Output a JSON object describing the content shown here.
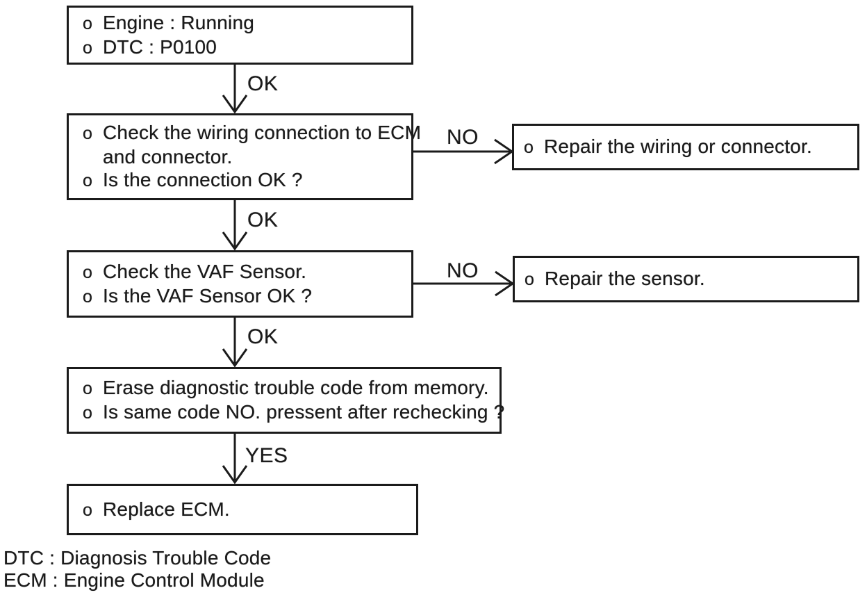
{
  "page": {
    "background": "#ffffff",
    "ink": "#1b1b1b"
  },
  "nodes": [
    {
      "name": "engine-dtc",
      "lines": [
        {
          "bullet": "o",
          "text": "Engine : Running"
        },
        {
          "bullet": "o",
          "text": "DTC : P0100"
        }
      ]
    },
    {
      "name": "check-wiring",
      "lines": [
        {
          "bullet": "o",
          "text": "Check the wiring connection to ECM"
        },
        {
          "bullet": "",
          "text": "and connector."
        },
        {
          "bullet": "o",
          "text": "Is the connection OK ?"
        }
      ]
    },
    {
      "name": "repair-wiring",
      "lines": [
        {
          "bullet": "o",
          "text": "Repair the wiring or connector."
        }
      ]
    },
    {
      "name": "check-vaf-sensor",
      "lines": [
        {
          "bullet": "o",
          "text": "Check the VAF Sensor."
        },
        {
          "bullet": "o",
          "text": "Is the VAF Sensor OK ?"
        }
      ]
    },
    {
      "name": "repair-sensor",
      "lines": [
        {
          "bullet": "o",
          "text": "Repair the sensor."
        }
      ]
    },
    {
      "name": "erase-code",
      "lines": [
        {
          "bullet": "o",
          "text": "Erase diagnostic trouble code from memory."
        },
        {
          "bullet": "o",
          "text": "Is same code NO. pressent after rechecking ?"
        }
      ]
    },
    {
      "name": "replace-ecm",
      "lines": [
        {
          "bullet": "o",
          "text": "Replace ECM."
        }
      ]
    }
  ],
  "edges": [
    {
      "label": "OK"
    },
    {
      "label": "NO"
    },
    {
      "label": "OK"
    },
    {
      "label": "NO"
    },
    {
      "label": "OK"
    },
    {
      "label": "YES"
    }
  ],
  "legend": [
    "DTC : Diagnosis Trouble Code",
    "ECM : Engine Control Module"
  ]
}
